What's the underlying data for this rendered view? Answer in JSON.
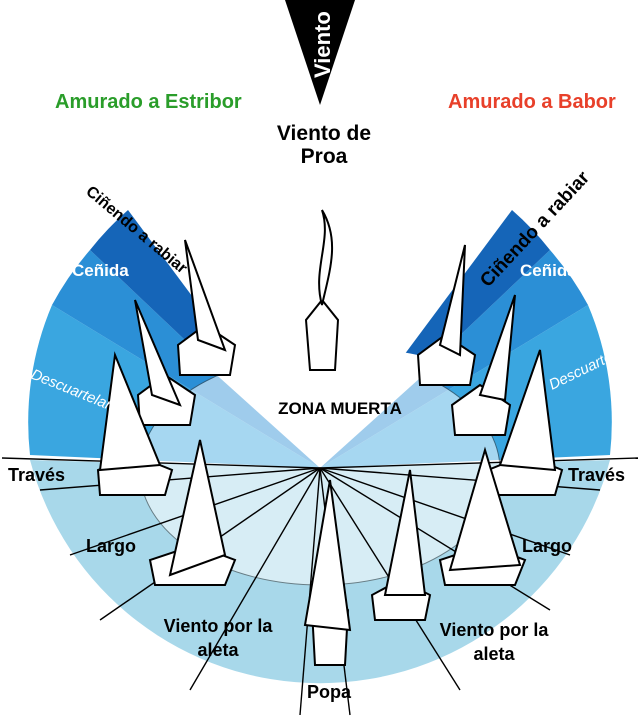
{
  "wind_label": "Viento",
  "tack_starboard": "Amurado a Estribor",
  "tack_port": "Amurado a Babor",
  "zone_bow": "Viento de Proa",
  "dead_zone": "ZONA MUERTA",
  "sectors": {
    "close_hauled": "Ciñendo a rabiar",
    "close_reach": "Ceñida",
    "beam_wind_relaxed": "Descuartelar",
    "beam_reach": "Través",
    "broad_reach": "Largo",
    "running_quarter": "Viento por la aleta",
    "stern": "Popa"
  },
  "colors": {
    "starboard_text": "#2a9d2a",
    "port_text": "#e8402a",
    "close_hauled_band": "#1565b8",
    "close_reach_band": "#2b8fd6",
    "descuartelar_band": "#3aa6e0",
    "lower_band": "#a8d8ea",
    "wind_arrow": "#000000"
  }
}
